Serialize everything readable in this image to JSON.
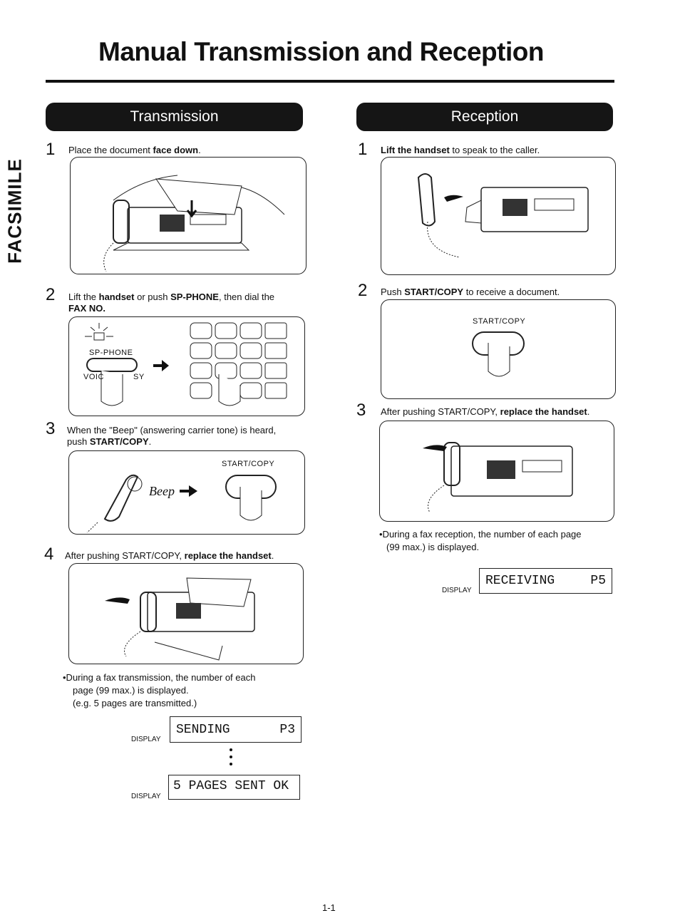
{
  "page_title": "Manual Transmission and Reception",
  "side_tab": "FACSIMILE",
  "transmission": {
    "header": "Transmission",
    "steps": [
      {
        "num": "1",
        "pre": "Place the document ",
        "bold": "face down",
        "post": "."
      },
      {
        "num": "2",
        "pre": "Lift the ",
        "bold": "handset",
        "mid": " or push ",
        "bold2": "SP-PHONE",
        "post": ", then dial the",
        "line2": "FAX NO."
      },
      {
        "num": "3",
        "line1": "When the \"Beep\" (answering carrier tone) is heard,",
        "pre": "push ",
        "bold": "START/COPY",
        "post": "."
      },
      {
        "num": "4",
        "pre": "After pushing START/COPY, ",
        "bold": "replace the handset",
        "post": "."
      }
    ],
    "fig2_labels": {
      "sp_phone": "SP-PHONE",
      "voice": "VOIC",
      "sy": "SY"
    },
    "fig3_label": "START/COPY",
    "note_line1": "•During a fax transmission, the number of each",
    "note_line2": "page (99 max.) is displayed.",
    "note_line3": "(e.g. 5 pages are transmitted.)",
    "display_label": "DISPLAY",
    "display1_left": "SENDING",
    "display1_right": "P3",
    "display2": "5 PAGES SENT OK"
  },
  "reception": {
    "header": "Reception",
    "steps": [
      {
        "num": "1",
        "bold": "Lift the handset",
        "post": " to speak to the caller."
      },
      {
        "num": "2",
        "pre": "Push ",
        "bold": "START/COPY",
        "post": " to receive a document."
      },
      {
        "num": "3",
        "pre": "After pushing START/COPY, ",
        "bold": "replace the handset",
        "post": "."
      }
    ],
    "fig2_label": "START/COPY",
    "note_line1": "•During a fax reception, the number of each page",
    "note_line2": "(99 max.) is displayed.",
    "display_label": "DISPLAY",
    "display_left": "RECEIVING",
    "display_right": "P5"
  },
  "page_number": "1-1"
}
